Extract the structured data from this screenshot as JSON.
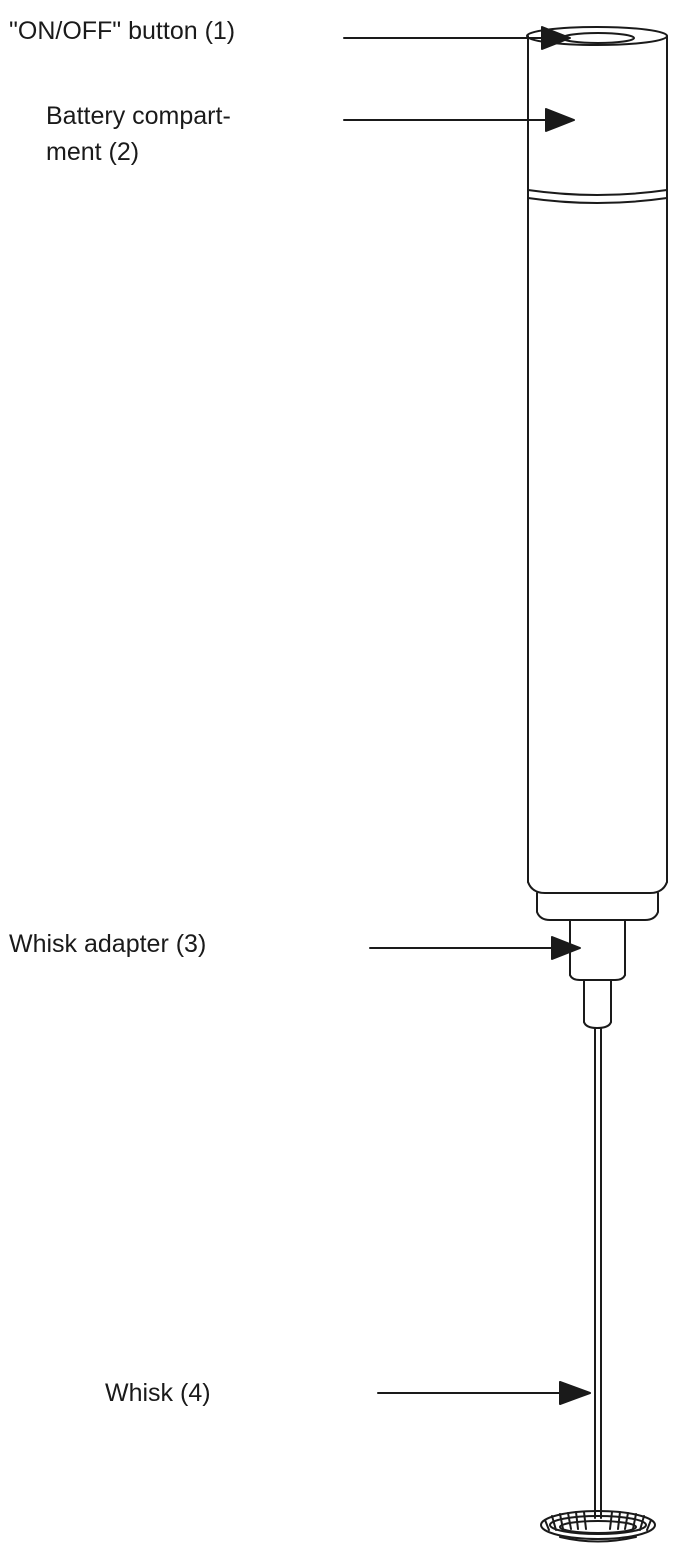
{
  "labels": {
    "on_off_button": "\"ON/OFF\" button (1)",
    "battery_compartment_line1": "Battery compart-",
    "battery_compartment_line2": "ment (2)",
    "whisk_adapter": "Whisk adapter (3)",
    "whisk": "Whisk (4)"
  },
  "colors": {
    "line": "#1a1a1a",
    "background": "#ffffff"
  }
}
